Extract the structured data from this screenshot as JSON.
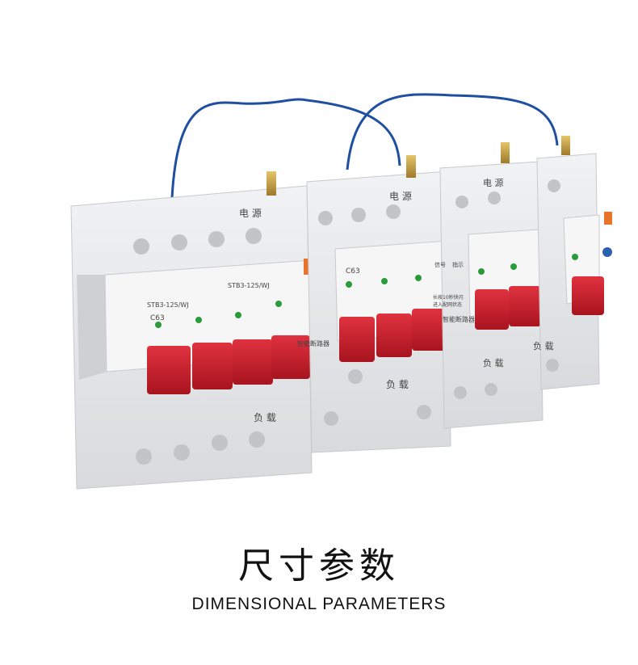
{
  "title_cn": "尺寸参数",
  "title_en": "DIMENSIONAL PARAMETERS",
  "product": {
    "power_label": "电 源",
    "load_label": "负 载",
    "model": "STB3-125/WJ",
    "rating": "C63",
    "brand_tag": "智能断路器",
    "signal": "信号",
    "indicator": "指示",
    "hold_note": "长按10秒快闪",
    "pair_note": "进入配网状态",
    "colors": {
      "housing": "#e9eaec",
      "handle": "#c8202f",
      "indicator_orange": "#e8742a",
      "led_green": "#2a9a3a",
      "button_blue": "#2b5fb0",
      "antenna_wire": "#1f4fa0",
      "antenna_gold": "#c9a14a"
    }
  }
}
